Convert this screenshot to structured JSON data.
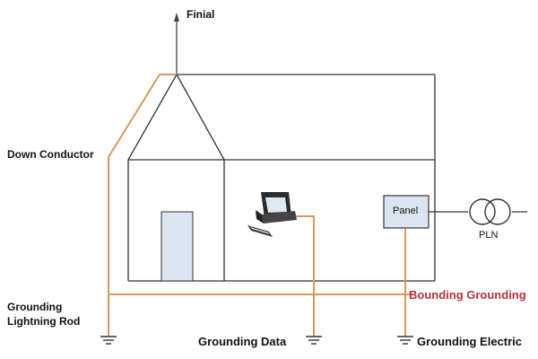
{
  "labels": {
    "finial": "Finial",
    "down_conductor": "Down Conductor",
    "grounding_lightning_rod_line1": "Grounding",
    "grounding_lightning_rod_line2": "Lightning Rod",
    "grounding_data": "Grounding Data",
    "grounding_electric": "Grounding Electric",
    "bounding_grounding": "Bounding Grounding",
    "panel": "Panel",
    "pln": "PLN"
  },
  "colors": {
    "conductor": "#d89a5a",
    "bonding_text": "#b3323b",
    "outline": "#333333",
    "door_fill": "#dbe4f0"
  },
  "icons": {
    "computer": "desktop-computer-icon",
    "transformer": "transformer-icon",
    "ground": "ground-symbol-icon"
  }
}
